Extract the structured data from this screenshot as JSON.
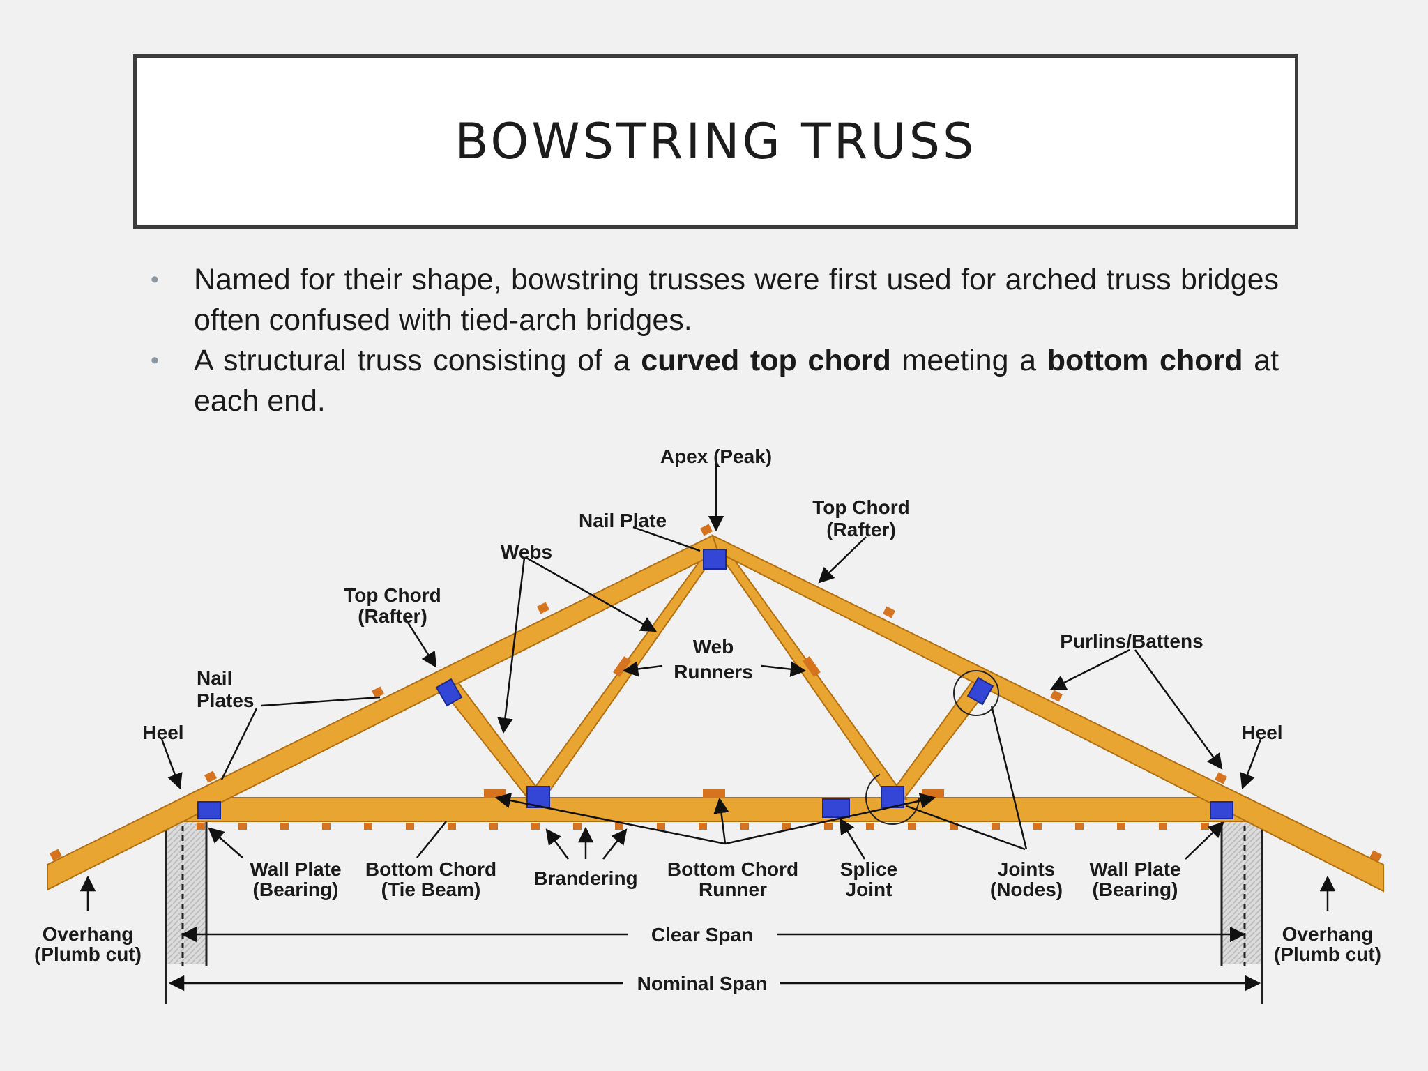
{
  "title": "BOWSTRING TRUSS",
  "bullets": [
    {
      "pre": "Named for their shape, bowstring trusses were first used for arched truss bridges often confused with tied-arch bridges.",
      "bold1": "",
      "mid": "",
      "bold2": "",
      "post": ""
    },
    {
      "pre": "A structural truss consisting of a ",
      "bold1": "curved top chord",
      "mid": " meeting a ",
      "bold2": "bottom chord",
      "post": " at each end."
    }
  ],
  "diagram_labels": {
    "apex": "Apex (Peak)",
    "nail_plate": "Nail Plate",
    "top_chord_right_1": "Top Chord",
    "top_chord_right_2": "(Rafter)",
    "webs": "Webs",
    "top_chord_left_1": "Top Chord",
    "top_chord_left_2": "(Rafter)",
    "web_runners_1": "Web",
    "web_runners_2": "Runners",
    "purlins": "Purlins/Battens",
    "nail_plates_1": "Nail",
    "nail_plates_2": "Plates",
    "heel_left": "Heel",
    "heel_right": "Heel",
    "wall_plate_left_1": "Wall Plate",
    "wall_plate_left_2": "(Bearing)",
    "bottom_chord_1": "Bottom Chord",
    "bottom_chord_2": "(Tie Beam)",
    "brandering": "Brandering",
    "bc_runner_1": "Bottom Chord",
    "bc_runner_2": "Runner",
    "splice_1": "Splice",
    "splice_2": "Joint",
    "joints_1": "Joints",
    "joints_2": "(Nodes)",
    "wall_plate_right_1": "Wall Plate",
    "wall_plate_right_2": "(Bearing)",
    "overhang_left_1": "Overhang",
    "overhang_left_2": "(Plumb cut)",
    "overhang_right_1": "Overhang",
    "overhang_right_2": "(Plumb cut)",
    "clear_span": "Clear Span",
    "nominal_span": "Nominal Span"
  },
  "colors": {
    "wood": "#e8a531",
    "wood_edge": "#b26f12",
    "plate": "#3346d6",
    "purlin": "#d6731f"
  }
}
